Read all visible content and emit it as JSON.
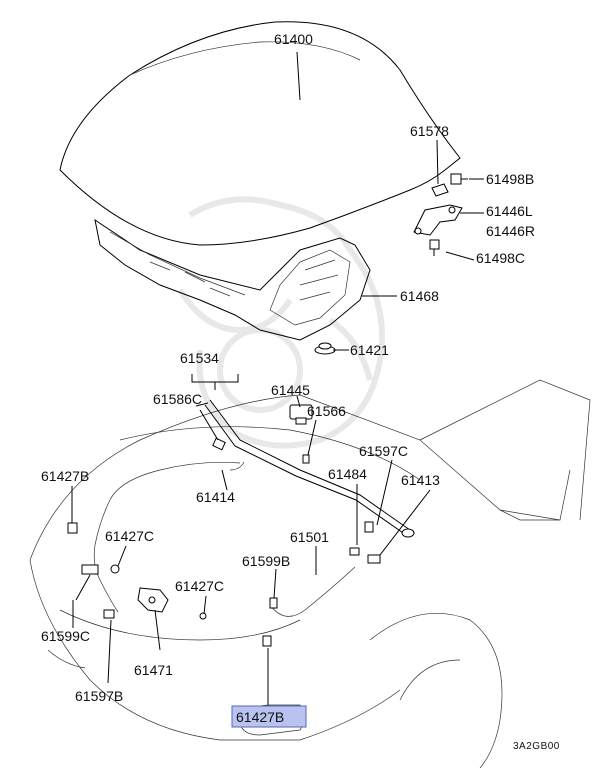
{
  "diagram": {
    "labels": {
      "p61400": "61400",
      "p61578": "61578",
      "p61498B": "61498B",
      "p61446L": "61446L",
      "p61446R": "61446R",
      "p61498C": "61498C",
      "p61468": "61468",
      "p61421": "61421",
      "p61534": "61534",
      "p61586C": "61586C",
      "p61445": "61445",
      "p61566": "61566",
      "p61597C": "61597C",
      "p61484": "61484",
      "p61413": "61413",
      "p61427B_top": "61427B",
      "p61414": "61414",
      "p61427C_left": "61427C",
      "p61501": "61501",
      "p61599B": "61599B",
      "p61427C_mid": "61427C",
      "p61599C": "61599C",
      "p61471": "61471",
      "p61597B": "61597B",
      "p61427B_highlight": "61427B"
    },
    "figure_code": "3A2GB00",
    "highlight_color": "#b9c3f0",
    "highlight_border": "#5566bb"
  }
}
